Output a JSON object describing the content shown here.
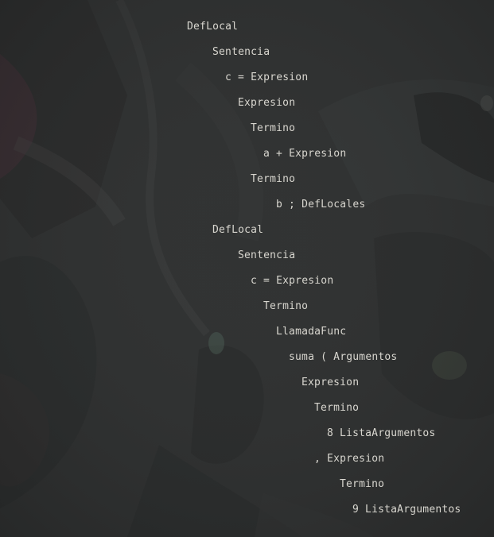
{
  "tree": {
    "lines": [
      "DefLocal",
      "Sentencia",
      "c = Expresion",
      "Expresion",
      "Termino",
      "a + Expresion",
      "Termino",
      "b ; DefLocales",
      "DefLocal",
      "Sentencia",
      "c = Expresion",
      "Termino",
      "LlamadaFunc",
      "suma ( Argumentos",
      "Expresion",
      "Termino",
      "8 ListaArgumentos",
      ", Expresion",
      "Termino",
      "9 ListaArgumentos"
    ]
  }
}
